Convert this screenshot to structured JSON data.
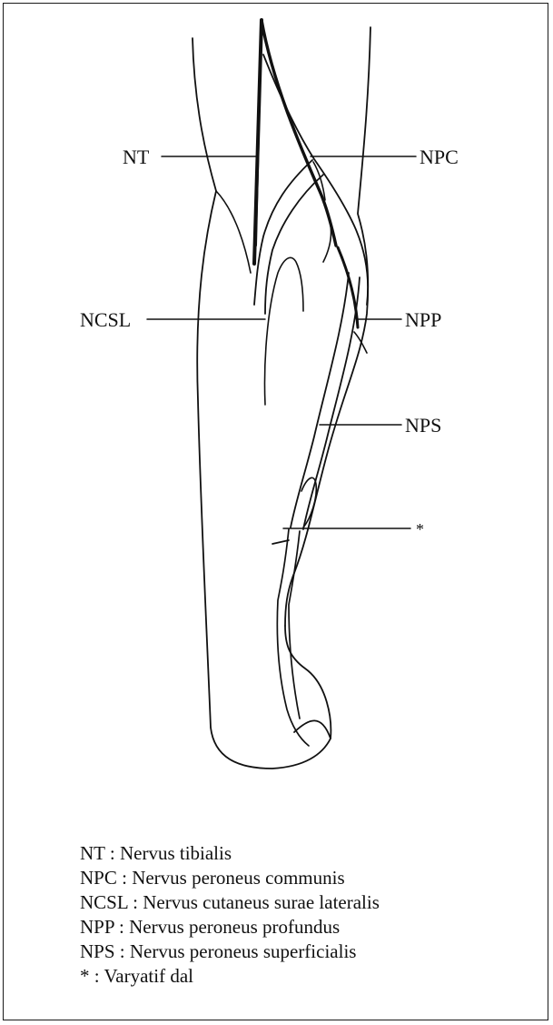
{
  "labels": {
    "nt": "NT",
    "npc": "NPC",
    "ncsl": "NCSL",
    "npp": "NPP",
    "nps": "NPS",
    "star": "*"
  },
  "legend": [
    {
      "abbr": "NT",
      "text": ": Nervus tibialis"
    },
    {
      "abbr": "NPC",
      "text": ": Nervus peroneus communis"
    },
    {
      "abbr": "NCSL",
      "text": ": Nervus cutaneus surae lateralis"
    },
    {
      "abbr": "NPP",
      "text": ": Nervus peroneus profundus"
    },
    {
      "abbr": "NPS",
      "text": ": Nervus peroneus superficialis"
    },
    {
      "abbr": "*",
      "text": ": Varyatif dal"
    }
  ],
  "colors": {
    "ink": "#111111",
    "frame": "#1a1a1a",
    "background": "#ffffff"
  }
}
